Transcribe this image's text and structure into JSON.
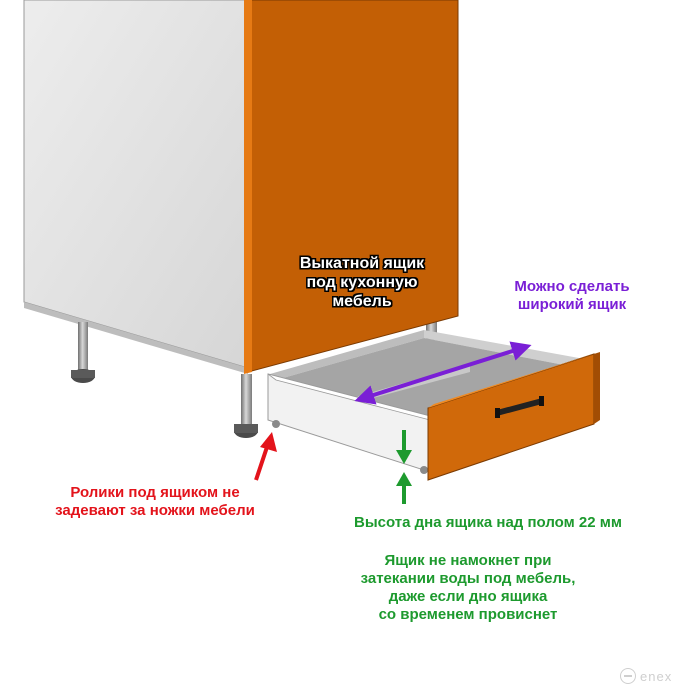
{
  "labels": {
    "drawer_title": [
      "Выкатной ящик",
      "под кухонную",
      "мебель"
    ],
    "wide_drawer": [
      "Можно сделать",
      "широкий ящик"
    ],
    "rollers": [
      "Ролики под ящиком не",
      "задевают за ножки мебели"
    ],
    "bottom_height": "Высота дна ящика над полом 22 мм",
    "water_note": [
      "Ящик не намокнет при",
      "затекании воды под мебель,",
      "даже если дно ящика",
      "со временем провиснет"
    ]
  },
  "logo": {
    "text": "enex"
  },
  "colors": {
    "cabinet_side": "#e3e3e3",
    "facade_orange": "#c35f05",
    "drawer_front": "#d0690a",
    "wide_arrow": "#7a1fd6",
    "rollers_arrow": "#e3131b",
    "height_arrow": "#1d9a2e"
  }
}
